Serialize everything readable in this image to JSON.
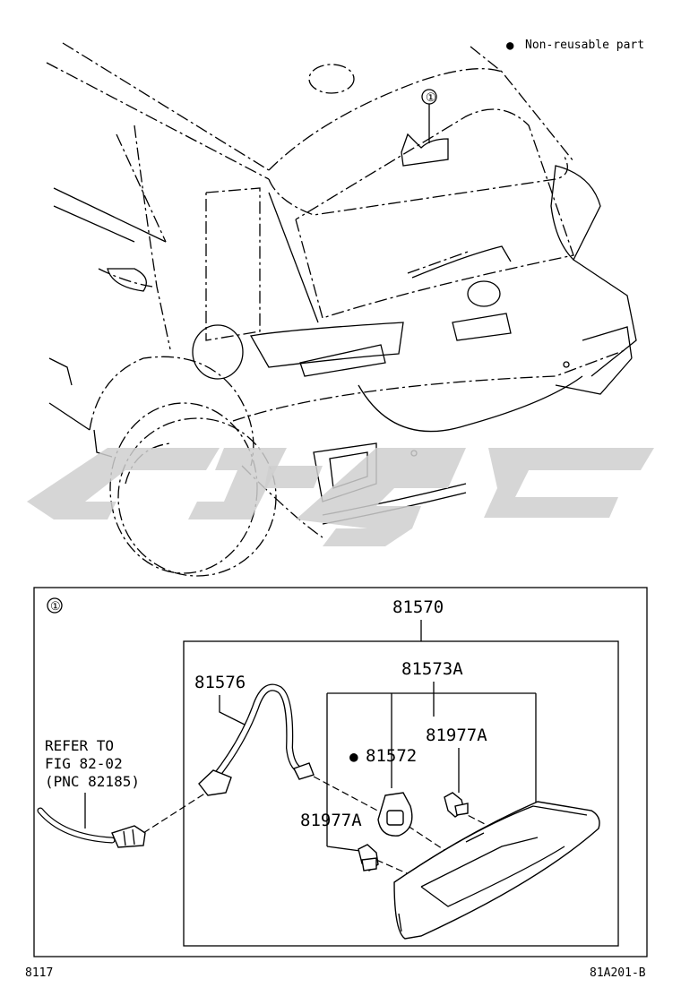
{
  "legend": {
    "symbol": "●",
    "text": "Non-reusable part"
  },
  "callout_marker": "①",
  "detail": {
    "marker": "①",
    "parts": {
      "p81570": "81570",
      "p81573A": "81573A",
      "p81576": "81576",
      "p81572": "81572",
      "p81977A_top": "81977A",
      "p81977A_bottom": "81977A"
    },
    "non_reusable_symbol": "●",
    "refer_lines": [
      "REFER TO",
      "FIG 82-02",
      "(PNC 82185)"
    ]
  },
  "footer": {
    "left": "8117",
    "right": "81A201-B"
  }
}
